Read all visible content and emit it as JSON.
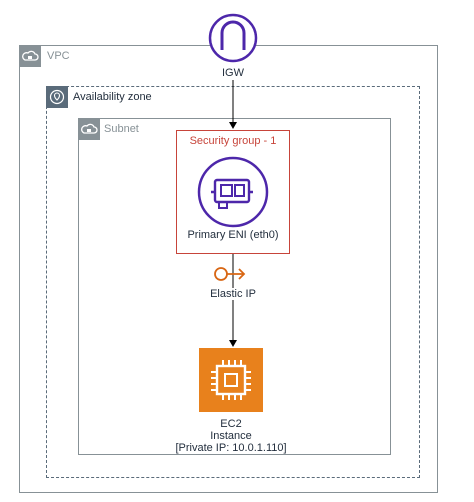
{
  "colors": {
    "vpc_border": "#879196",
    "az_border": "#5a6b7a",
    "security_group": "#c7443a",
    "network_purple": "#4d27aa",
    "compute_orange": "#e8811c",
    "elastic_ip": "#d86613"
  },
  "igw": {
    "label": "IGW",
    "icon": "internet-gateway-icon"
  },
  "vpc": {
    "label": "VPC",
    "icon": "cloud-lock-icon"
  },
  "availability_zone": {
    "label": "Availability zone",
    "icon": "map-pin-icon"
  },
  "subnet": {
    "label": "Subnet",
    "icon": "cloud-lock-icon"
  },
  "security_group": {
    "label": "Security group - 1"
  },
  "eni": {
    "label": "Primary ENI (eth0)",
    "icon": "network-interface-icon"
  },
  "elastic_ip": {
    "label": "Elastic IP",
    "icon": "elastic-ip-icon"
  },
  "ec2": {
    "line1": "EC2",
    "line2": "Instance",
    "line3": "[Private IP: 10.0.1.110]",
    "icon": "ec2-chip-icon"
  }
}
